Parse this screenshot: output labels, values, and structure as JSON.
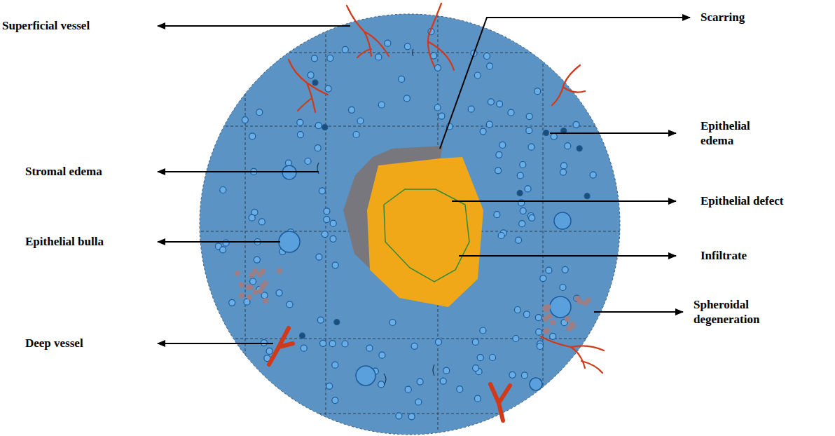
{
  "diagram": {
    "labels": [
      "Superficial vessel",
      "Scarring",
      "Epithelial edema",
      "Stromal edema",
      "Epithelial defect",
      "Epithelial bulla",
      "Infiltrate",
      "Spheroidal degeneration",
      "Deep vessel"
    ]
  }
}
